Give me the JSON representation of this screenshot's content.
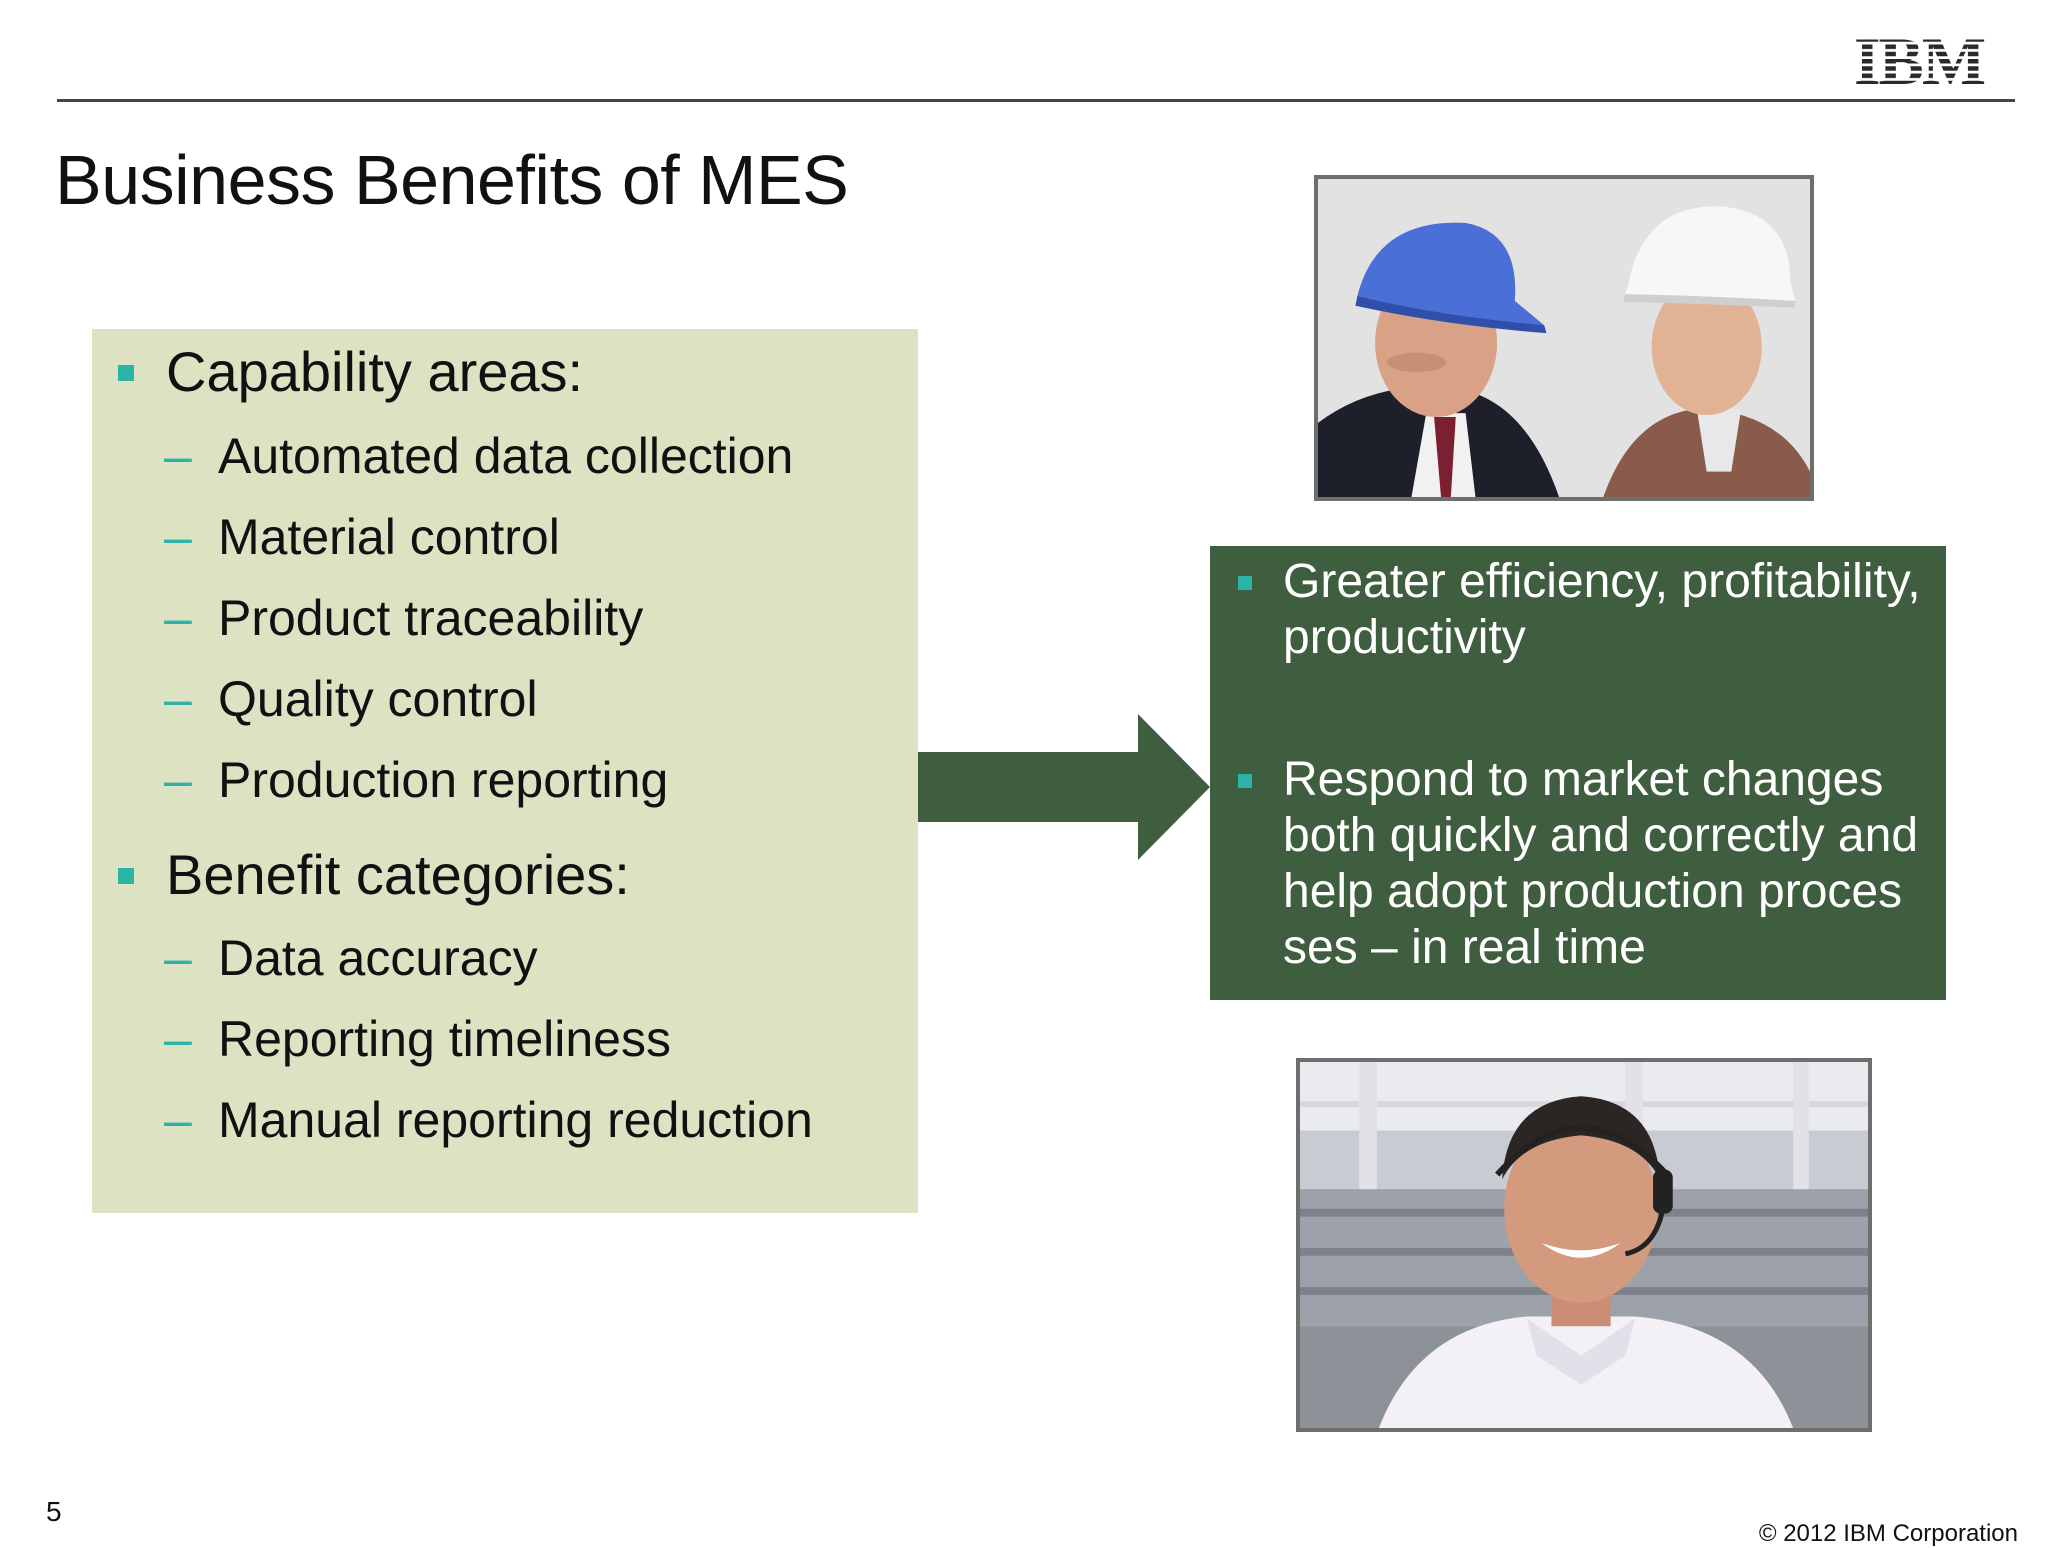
{
  "header": {
    "logo_text": "IBM",
    "title": "Business Benefits of MES"
  },
  "left_panel": {
    "sections": [
      {
        "heading": "Capability areas:",
        "dash": "–",
        "items": [
          "Automated data collection",
          "Material control",
          "Product traceability",
          "Quality control",
          "Production reporting"
        ]
      },
      {
        "heading": "Benefit categories:",
        "dash": "–",
        "items": [
          "Data accuracy",
          "Reporting timeliness",
          "Manual reporting reduction"
        ]
      }
    ]
  },
  "right_panel": {
    "items": [
      "Greater efficiency, profitability, productivity",
      "Respond to market changes both quickly and correctly and help adopt production processes – in real time"
    ]
  },
  "colors": {
    "left_panel_bg": "#dde2c3",
    "right_panel_bg": "#3f5d3f",
    "arrow": "#3f5d3f",
    "bullet_accent": "#2bb3a6"
  },
  "footer": {
    "page_number": "5",
    "copyright": "© 2012 IBM Corporation"
  }
}
